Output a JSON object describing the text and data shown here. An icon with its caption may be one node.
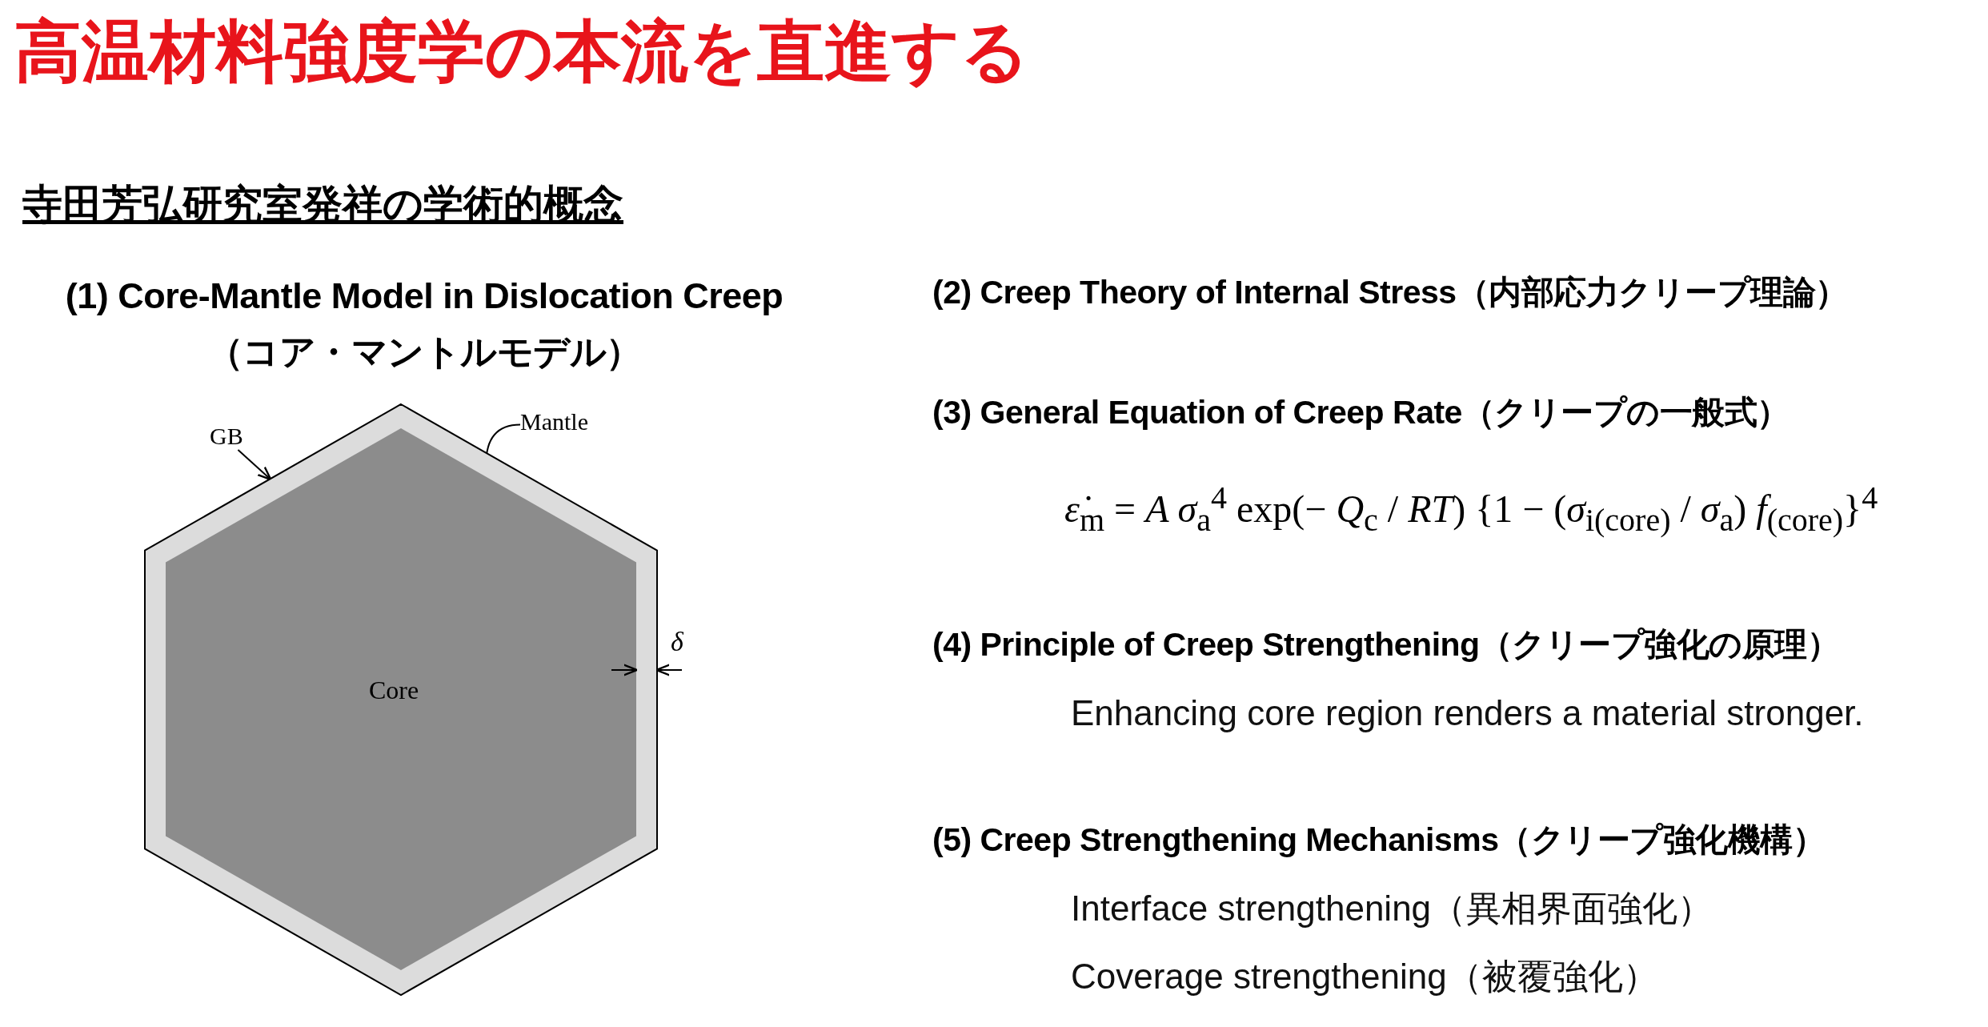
{
  "diagram": {
    "title": "高温材料強度学の本流を直進する",
    "nodes": [
      {
        "text": [
          "GB"
        ]
      },
      {
        "text": [
          "Mantle"
        ]
      },
      {
        "text": [],
        "shape": "hexagon"
      },
      {
        "text": [
          "Core"
        ],
        "in": 2
      }
    ],
    "edges": [
      {
        "from": 0,
        "to": 2,
        "arrow": "to"
      },
      {
        "from": 1,
        "to": 2,
        "arrow": "none"
      }
    ],
    "labels": [
      "寺田芳弘研究室発祥の学術的概念",
      "(1) Core-Mantle Model in Dislocation Creep （コア・マントルモデル）",
      "δ",
      "(2) Creep Theory of Internal Stress（内部応力クリープ理論）",
      "(3) General Equation of Creep Rate（クリープの一般式）",
      "*ε̇*$_{m}$ = *A σ*$_{a}$$^{4}$ exp(− *Q*$_{c}$ / *RT*) {1 − (*σ*$_{i(core)}$ / *σ*$_{a}$) *f*$_{(core)}$}$^{4}$",
      "(4) Principle of Creep Strengthening（クリープ強化の原理）",
      "Enhancing core region renders a material stronger.",
      "(5) Creep Strengthening Mechanisms（クリープ強化機構）",
      "Interface strengthening（異相界面強化）",
      "Coverage strengthening（被覆強化）"
    ]
  }
}
